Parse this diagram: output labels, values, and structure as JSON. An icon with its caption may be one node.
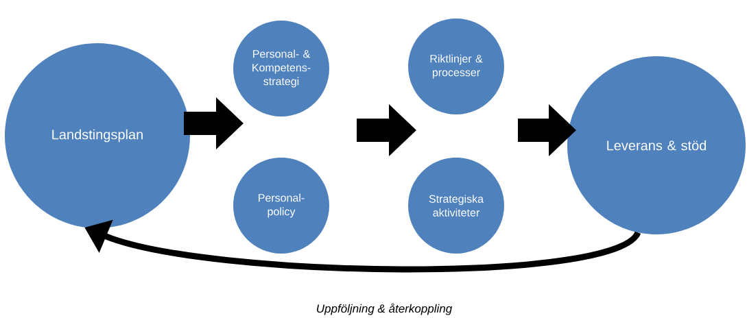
{
  "diagram": {
    "nodes": [
      {
        "text": [
          "Landstingsplan"
        ]
      },
      {
        "text": [
          "Personal- & Kompetens- strategi"
        ]
      },
      {
        "text": [
          "Personal- policy"
        ]
      },
      {
        "text": [
          "Riktlinjer & processer"
        ]
      },
      {
        "text": [
          "Strategiska aktiviteter"
        ]
      },
      {
        "text": [
          "Leverans & stöd"
        ]
      }
    ],
    "edges": [
      {
        "from": 0,
        "to": 1,
        "arrow": "to"
      },
      {
        "from": 0,
        "to": 2,
        "arrow": "to"
      },
      {
        "from": 1,
        "to": 3,
        "arrow": "to"
      },
      {
        "from": 1,
        "to": 4,
        "arrow": "to"
      },
      {
        "from": 2,
        "to": 3,
        "arrow": "to"
      },
      {
        "from": 2,
        "to": 4,
        "arrow": "to"
      },
      {
        "from": 3,
        "to": 5,
        "arrow": "to"
      },
      {
        "from": 4,
        "to": 5,
        "arrow": "to"
      },
      {
        "from": 5,
        "to": 0,
        "arrow": "to",
        "label": "Uppföljning & återkoppling"
      }
    ]
  }
}
